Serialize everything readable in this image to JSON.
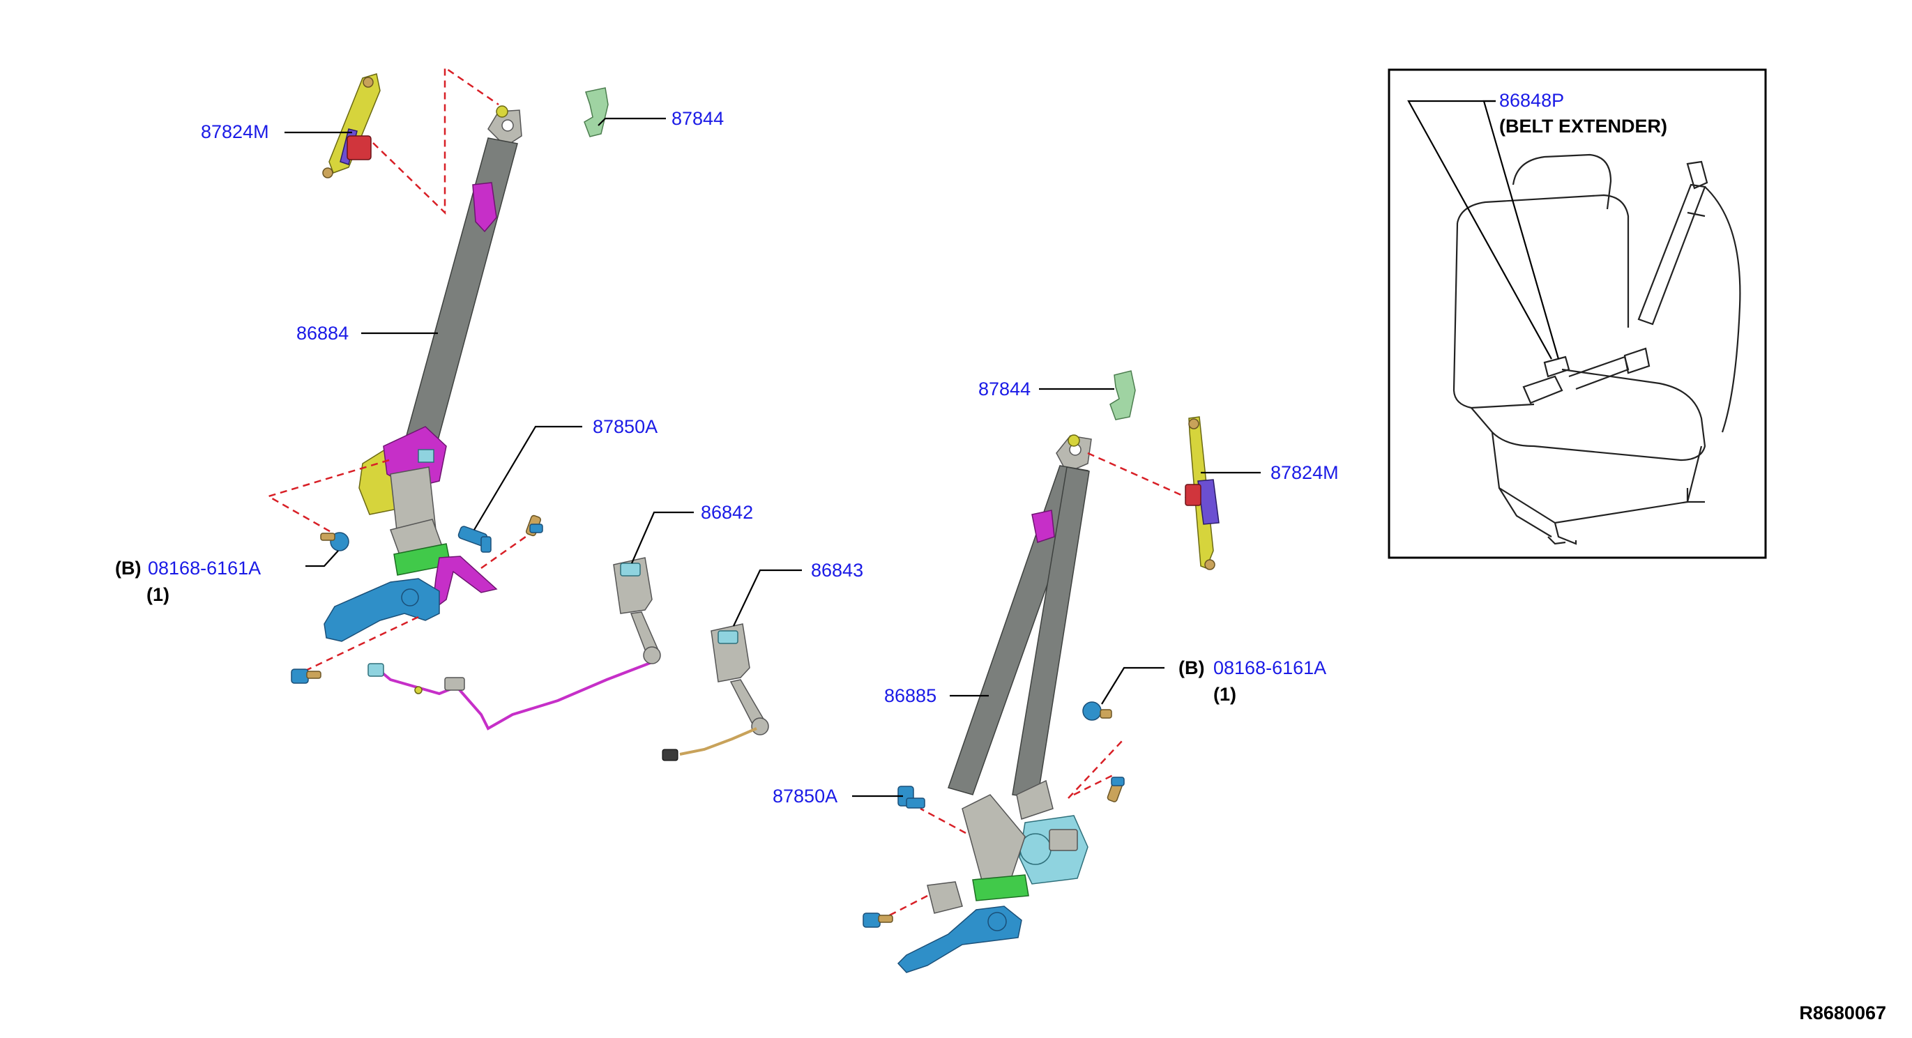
{
  "callouts": {
    "left_87824m": "87824M",
    "left_87844": "87844",
    "left_86884": "86884",
    "left_87850a": "87850A",
    "left_b_prefix": "(B)",
    "left_08168": "08168-6161A",
    "left_qty": "(1)",
    "left_86842": "86842",
    "left_86843": "86843",
    "right_87844": "87844",
    "right_87824m": "87824M",
    "right_b_prefix": "(B)",
    "right_08168": "08168-6161A",
    "right_qty": "(1)",
    "right_86885": "86885",
    "right_87850a": "87850A"
  },
  "inset": {
    "part_number": "86848P",
    "caption": "(BELT EXTENDER)"
  },
  "diagram_id": "R8680067",
  "colors": {
    "part_number_text": "#1a1ae6",
    "connection_dash": "#d81f26",
    "belt_webbing": "#7b7f7c",
    "anchor_blue": "#2f8fc8",
    "clip_magenta": "#c62fc8"
  }
}
